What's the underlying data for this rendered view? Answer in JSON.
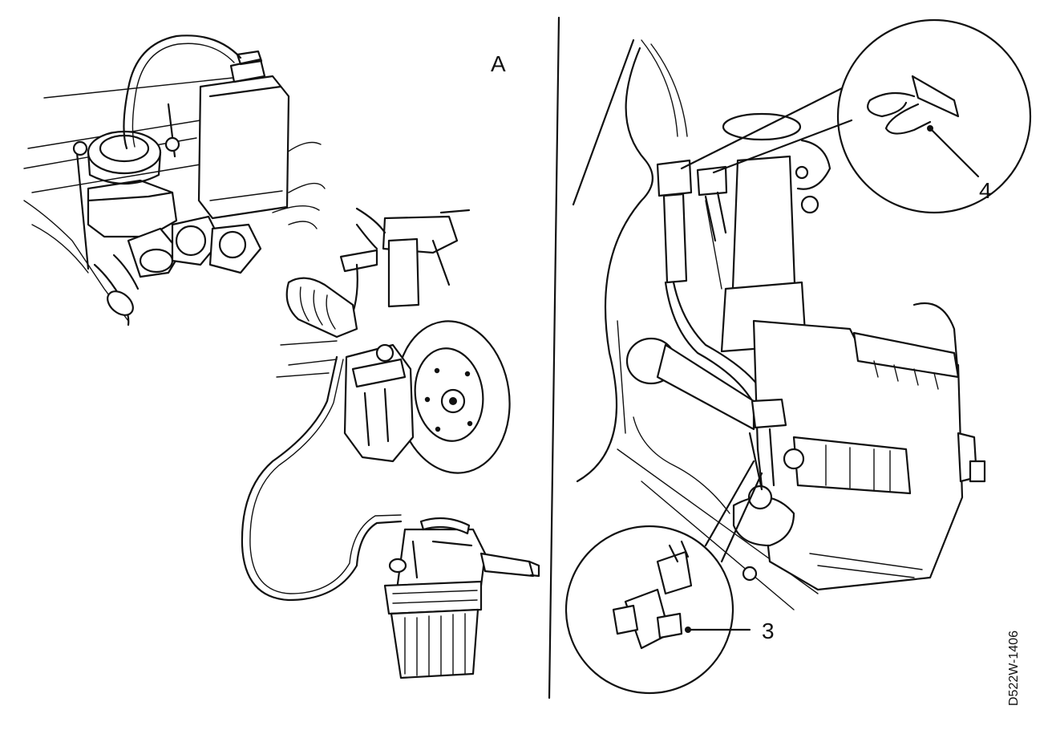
{
  "labels": {
    "view_a": "A",
    "callout_3": "3",
    "callout_4": "4"
  },
  "drawing_reference": "D522W-1406"
}
